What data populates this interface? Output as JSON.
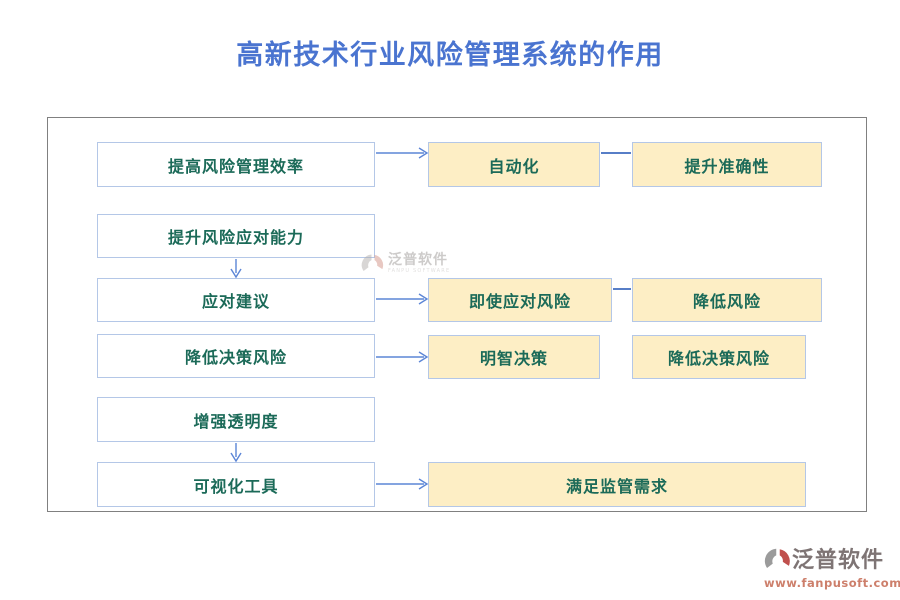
{
  "page": {
    "title": "高新技术行业风险管理系统的作用"
  },
  "diagram": {
    "rows": [
      {
        "left": "提高风险管理效率",
        "mid": "自动化",
        "right": "提升准确性"
      },
      {
        "left": "提升风险应对能力"
      },
      {
        "left": "应对建议",
        "mid": "即使应对风险",
        "right": "降低风险"
      },
      {
        "left": "降低决策风险",
        "mid": "明智决策",
        "right": "降低决策风险"
      },
      {
        "left": "增强透明度"
      },
      {
        "left": "可视化工具",
        "wide": "满足监管需求"
      }
    ],
    "connections": [
      "提高风险管理效率 -> 自动化 -> 提升准确性",
      "提升风险应对能力 -> 应对建议",
      "应对建议 -> 即使应对风险 -> 降低风险",
      "降低决策风险 -> 明智决策",
      "增强透明度 -> 可视化工具",
      "可视化工具 -> 满足监管需求"
    ]
  },
  "watermark": {
    "brand": "泛普软件",
    "sub": "FANPU SOFTWARE"
  },
  "footer_logo": {
    "brand": "泛普软件",
    "url": "www.fanpusoft.com"
  },
  "colors": {
    "title": "#4a74d0",
    "box_border": "#b4c7e7",
    "yellow_fill": "#fdeec5",
    "box_text": "#1b6a58",
    "connector_line": "#3f6bbf",
    "arrow": "#5b85d6",
    "frame_border": "#808080",
    "logo_red": "#c0504d",
    "logo_gray": "#9b9b9b",
    "footer_brand_text": "#7e7474",
    "footer_url_text": "#cd7f6b"
  }
}
